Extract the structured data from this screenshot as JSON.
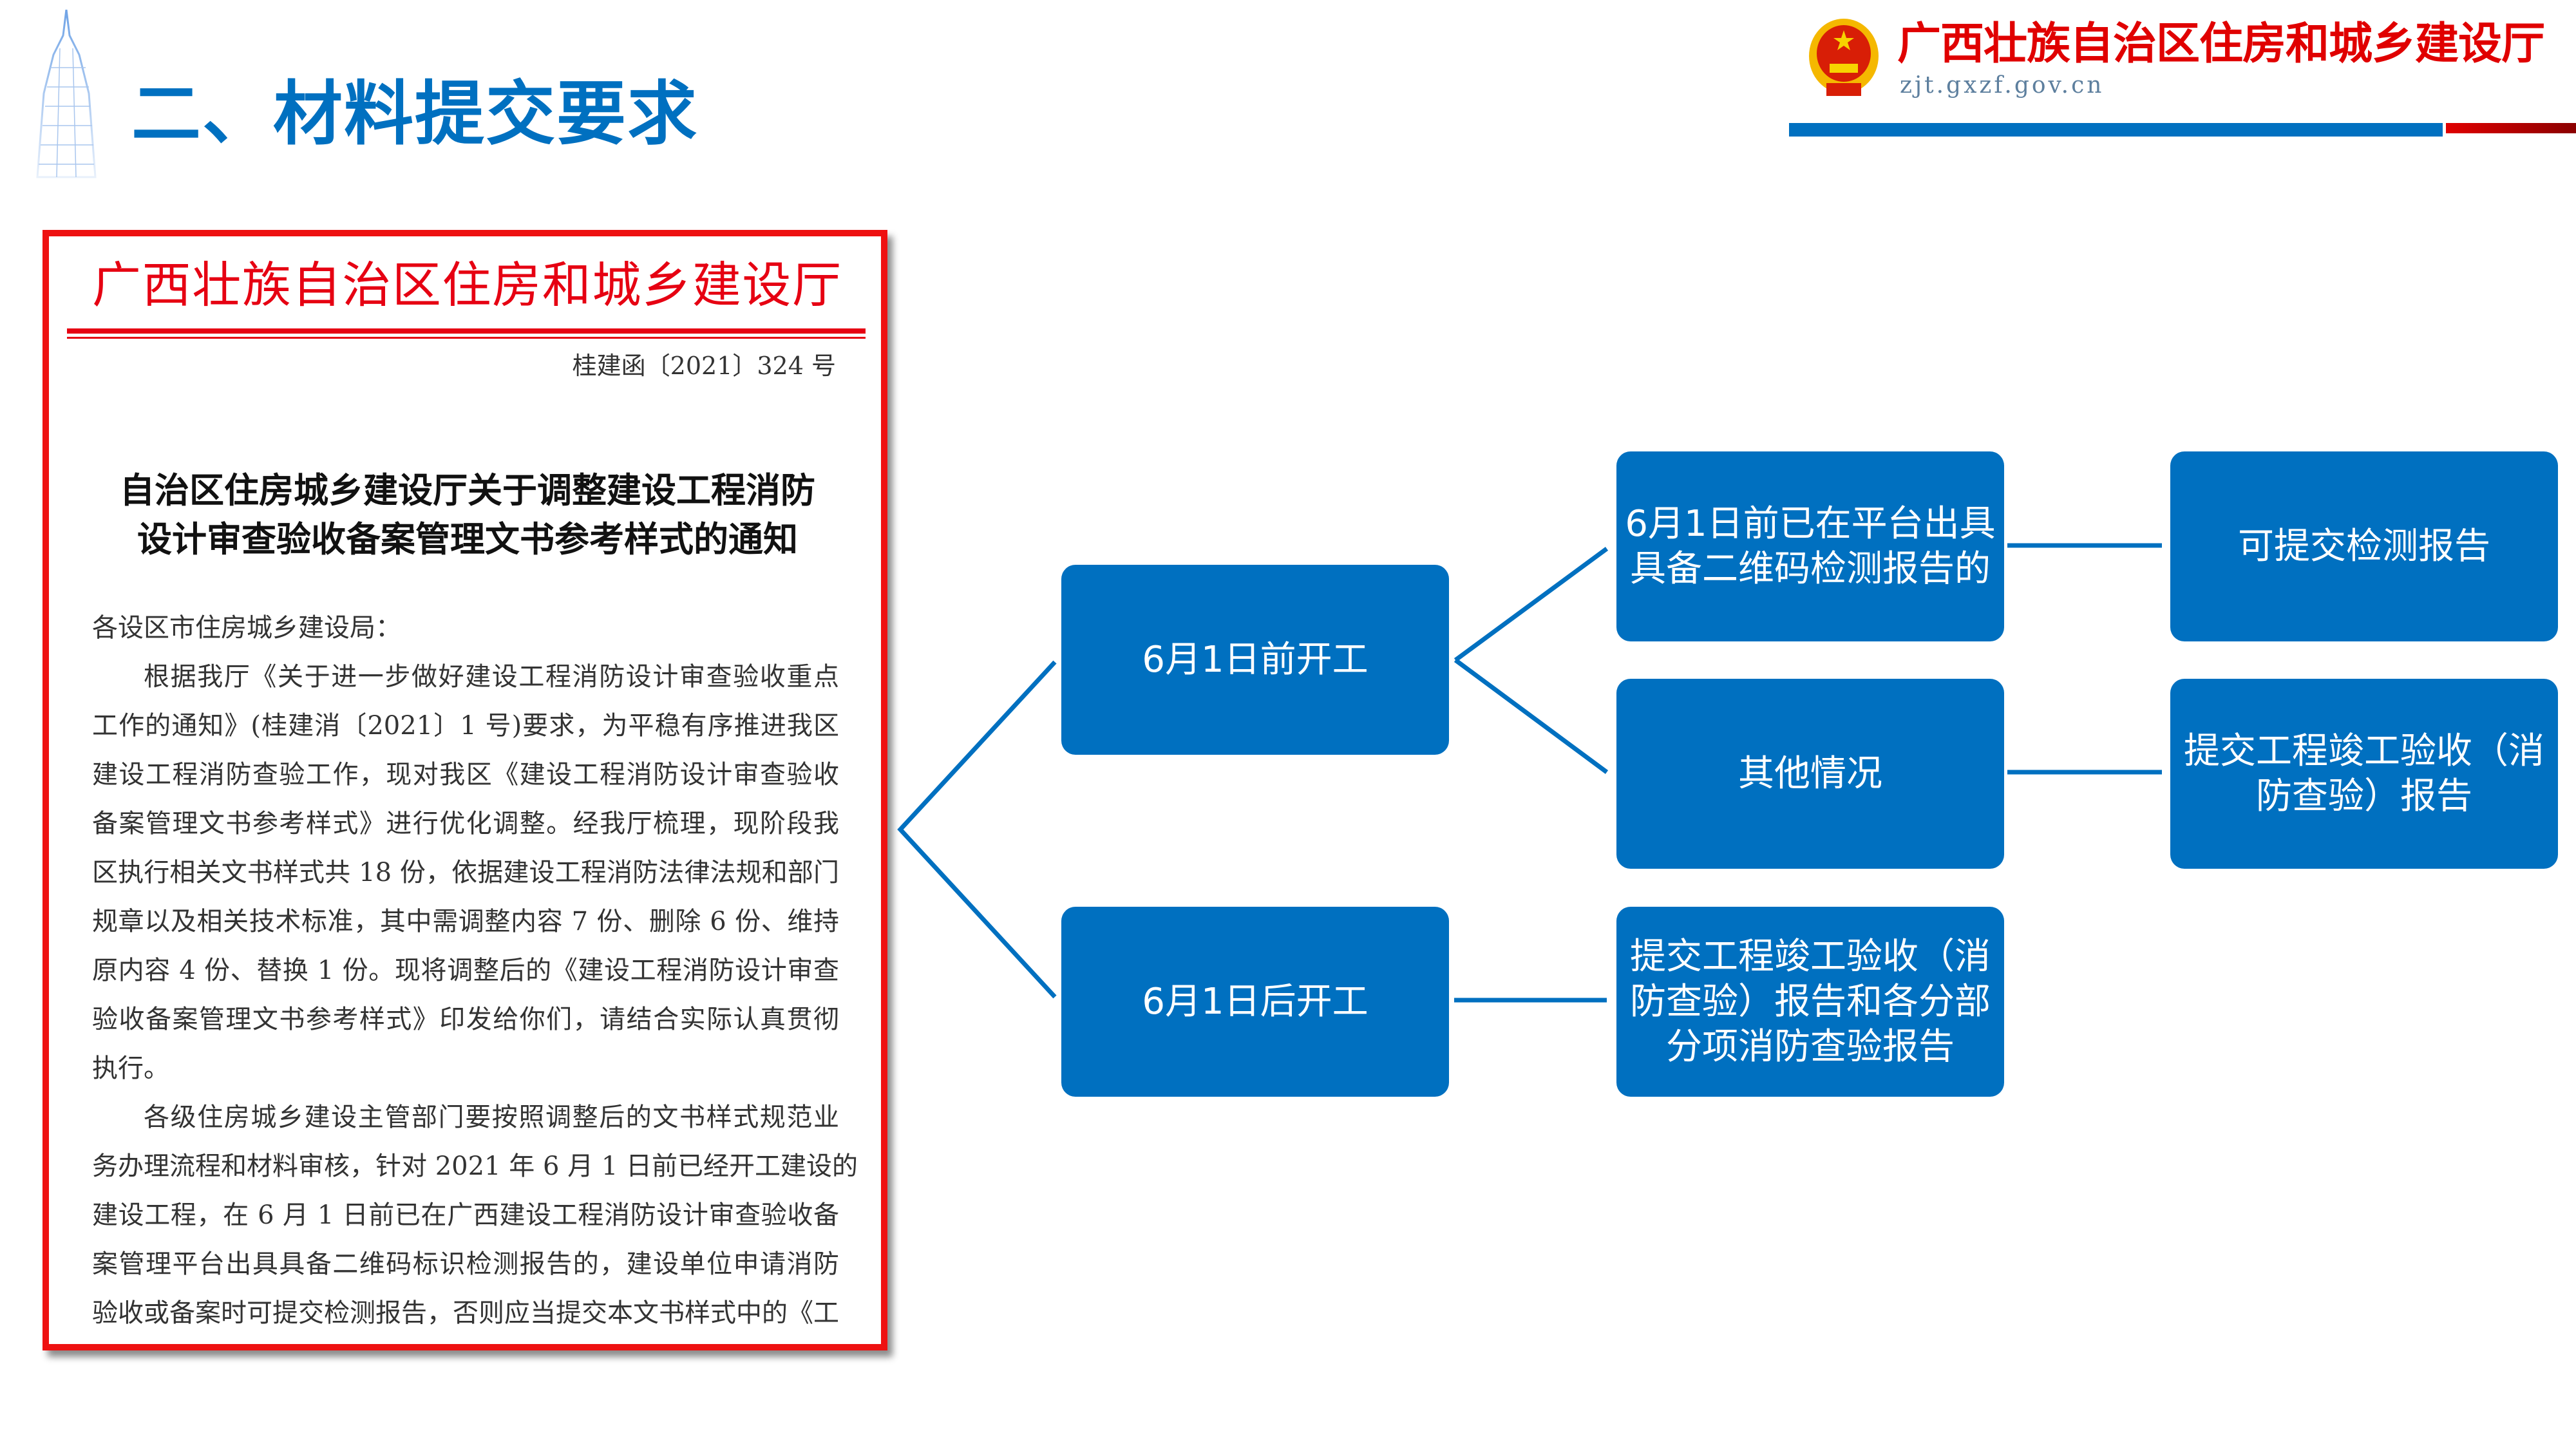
{
  "header": {
    "title": "二、材料提交要求",
    "org_name": "广西壮族自治区住房和城乡建设厅",
    "org_url": "zjt.gxzf.gov.cn"
  },
  "document": {
    "org": "广西壮族自治区住房和城乡建设厅",
    "doc_number": "桂建函〔2021〕324 号",
    "title_lines": [
      "自治区住房城乡建设厅关于调整建设工程消防",
      "设计审查验收备案管理文书参考样式的通知"
    ],
    "body_lines": [
      "各设区市住房城乡建设局：",
      "根据我厅《关于进一步做好建设工程消防设计审查验收重点",
      "工作的通知》(桂建消〔2021〕1 号)要求，为平稳有序推进我区",
      "建设工程消防查验工作，现对我区《建设工程消防设计审查验收",
      "备案管理文书参考样式》进行优化调整。经我厅梳理，现阶段我",
      "区执行相关文书样式共 18 份，依据建设工程消防法律法规和部门",
      "规章以及相关技术标准，其中需调整内容 7 份、删除 6 份、维持",
      "原内容 4 份、替换 1 份。现将调整后的《建设工程消防设计审查",
      "验收备案管理文书参考样式》印发给你们，请结合实际认真贯彻",
      "执行。",
      "各级住房城乡建设主管部门要按照调整后的文书样式规范业",
      "务办理流程和材料审核，针对 2021 年 6 月 1 日前已经开工建设的",
      "建设工程，在 6 月 1 日前已在广西建设工程消防设计审查验收备",
      "案管理平台出具具备二维码标识检测报告的，建设单位申请消防",
      "验收或备案时可提交检测报告，否则应当提交本文书样式中的《工"
    ]
  },
  "flowchart": {
    "before": "6月1日前开工",
    "after": "6月1日后开工",
    "has_qr_report": "6月1日前已在平台出具具备二维码检测报告的",
    "other": "其他情况",
    "after_result": "提交工程竣工验收（消防查验）报告和各分部分项消防查验报告",
    "submit_test_report": "可提交检测报告",
    "other_result": "提交工程竣工验收（消防查验）报告"
  },
  "colors": {
    "accent": "#0070c0",
    "red": "#e60012"
  }
}
